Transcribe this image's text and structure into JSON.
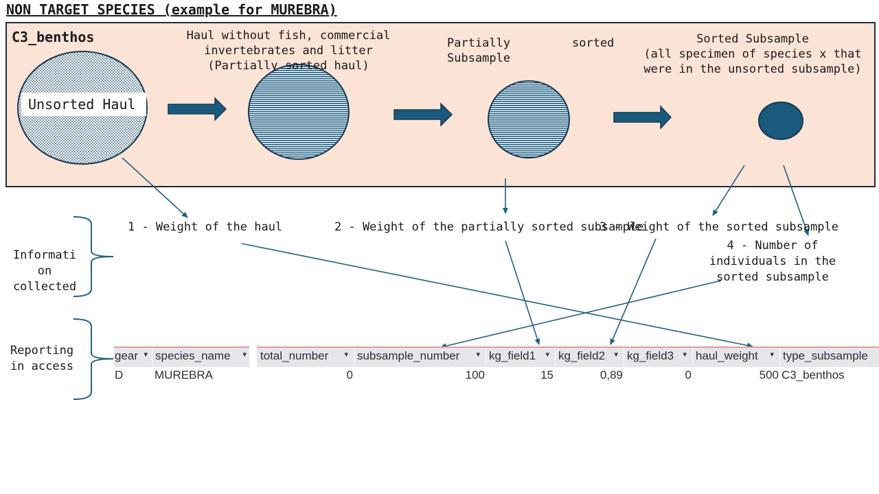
{
  "title": "NON TARGET SPECIES (example for MUREBRA)",
  "panel": {
    "label": "C3_benthos",
    "stages": [
      {
        "text": "Unsorted Haul"
      },
      {
        "caption": "Haul without fish, commercial\ninvertebrates and litter\n(Partially sorted haul)"
      },
      {
        "caption_left": "Partially\nSubsample",
        "caption_right": "sorted"
      },
      {
        "caption": "Sorted Subsample\n(all specimen of species x that\nwere in the unsorted subsample)"
      }
    ]
  },
  "information": {
    "label": "Informati\non\ncollected",
    "items": [
      "1 - Weight of the haul",
      "2 - Weight of the partially sorted subsample",
      "3 - Weight of the sorted subsample",
      "4 - Number of\nindividuals in the\nsorted subsample"
    ]
  },
  "reporting": {
    "label": "Reporting\nin access",
    "table_left": {
      "headers": [
        "gear",
        "species_name"
      ],
      "row": [
        "D",
        "MUREBRA"
      ]
    },
    "table_right": {
      "headers": [
        "total_number",
        "subsample_number",
        "kg_field1",
        "kg_field2",
        "kg_field3",
        "haul_weight",
        "type_subsample"
      ],
      "row": [
        "0",
        "100",
        "15",
        "0,89",
        "0",
        "500",
        "C3_benthos"
      ]
    }
  },
  "colors": {
    "panel_bg": "#fbe3d6",
    "dark_blue": "#195a7d",
    "arrow_line": "#1f5f82"
  }
}
